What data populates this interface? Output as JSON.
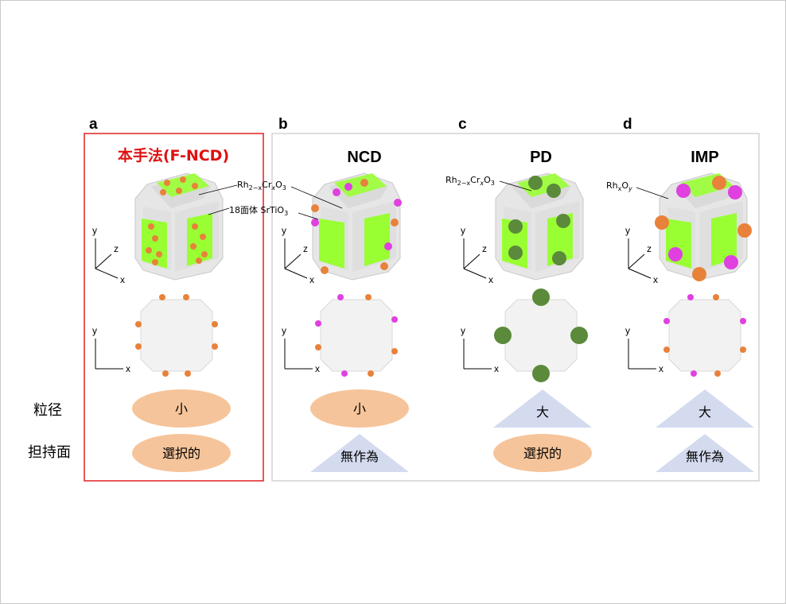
{
  "panels": [
    {
      "letter": "a",
      "title": "本手法(F-NCD)",
      "size": "小",
      "size_shape": "ellipse",
      "surface": "選択的",
      "surface_shape": "ellipse",
      "particle_color": "#e8823a",
      "particle2_color": "#e8823a",
      "facet_green": true
    },
    {
      "letter": "b",
      "title": "NCD",
      "size": "小",
      "size_shape": "ellipse",
      "surface": "無作為",
      "surface_shape": "triangle",
      "particle_color": "#e040e0",
      "particle2_color": "#e8823a",
      "facet_green": true
    },
    {
      "letter": "c",
      "title": "PD",
      "size": "大",
      "size_shape": "triangle",
      "surface": "選択的",
      "surface_shape": "ellipse",
      "particle_color": "#5a8a3a",
      "particle2_color": "#5a8a3a",
      "facet_green": true
    },
    {
      "letter": "d",
      "title": "IMP",
      "size": "大",
      "size_shape": "triangle",
      "surface": "無作為",
      "surface_shape": "triangle",
      "particle_color": "#e040e0",
      "particle2_color": "#e8823a",
      "facet_green": true
    }
  ],
  "row_labels": {
    "size": "粒径",
    "surface": "担持面"
  },
  "annotations": {
    "rh_cr_a": {
      "base": "Rh",
      "sub1": "2−x",
      "mid": "Cr",
      "sub2": "x",
      "mid2": "O",
      "sub3": "3"
    },
    "srtio3": {
      "prefix": "18面体 SrTiO",
      "sub": "3"
    },
    "rh_cr_c": {
      "base": "Rh",
      "sub1": "2−x",
      "mid": "Cr",
      "sub2": "x",
      "mid2": "O",
      "sub3": "3"
    },
    "rhoy_d": {
      "base": "Rh",
      "sub1": "x",
      "mid": "O",
      "sub2": "y"
    }
  },
  "axes": {
    "x": "x",
    "y": "y",
    "z": "z"
  },
  "colors": {
    "red_box": "#e02020",
    "grey_box": "#c8c8c8",
    "ellipse": "#f6c49a",
    "triangle": "#d4dbef",
    "facet": "#99ff33",
    "body": "#e6e6e6"
  }
}
